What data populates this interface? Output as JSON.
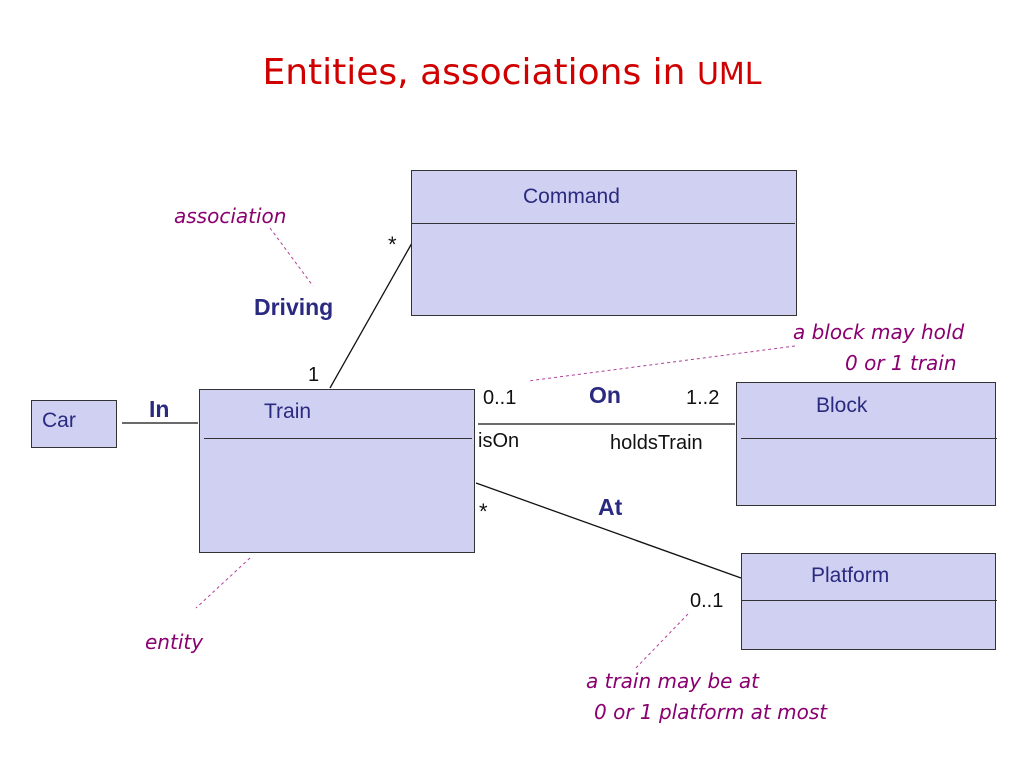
{
  "title": {
    "main": "Entities, associations in ",
    "suffix": "UML"
  },
  "classes": {
    "command": "Command",
    "car": "Car",
    "train": "Train",
    "block": "Block",
    "platform": "Platform"
  },
  "associations": {
    "driving": "Driving",
    "in": "In",
    "on": "On",
    "at": "At"
  },
  "multiplicities": {
    "command_end": "*",
    "train_driving_end": "1",
    "train_on_end": "0..1",
    "block_on_end": "1..2",
    "train_at_end": "*",
    "platform_at_end": "0..1"
  },
  "roles": {
    "is_on": "isOn",
    "holds_train": "holdsTrain"
  },
  "notes": {
    "association": "association",
    "entity": "entity",
    "block_line1": "a block may hold",
    "block_line2": "0 or 1 train",
    "platform_line1": "a train may be at",
    "platform_line2": "0 or 1 platform at most"
  },
  "colors": {
    "title": "#d00000",
    "class_fill": "#d0d0f2",
    "class_text": "#2a2a80",
    "note_text": "#8a0070"
  }
}
